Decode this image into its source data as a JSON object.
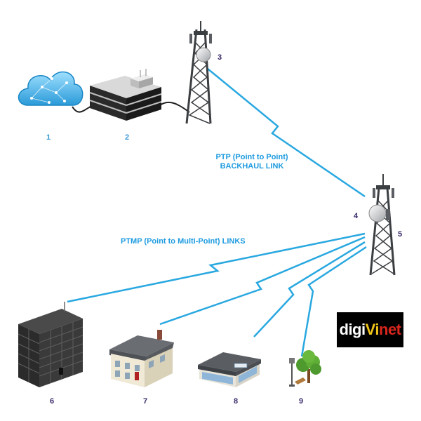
{
  "labels": {
    "n1": "1",
    "n2": "2",
    "n3": "3",
    "n4": "4",
    "n5": "5",
    "n6": "6",
    "n7": "7",
    "n8": "8",
    "n9": "9"
  },
  "links": {
    "ptp_line1": "PTP (Point to Point)",
    "ptp_line2": "BACKHAUL LINK",
    "ptmp": "PTMP (Point to Multi-Point) LINKS"
  },
  "logo": {
    "part1": "digi",
    "part2": "Vi",
    "part3": "net"
  },
  "colors": {
    "link": "#29a8e0",
    "caption": "#1e9be0",
    "tower": "#3c3f42"
  },
  "icons": [
    "cloud-icon",
    "data-center-icon",
    "tower-icon",
    "office-tower-icon",
    "house-icon",
    "shop-icon",
    "street-lamp-icon",
    "tree-icon"
  ]
}
